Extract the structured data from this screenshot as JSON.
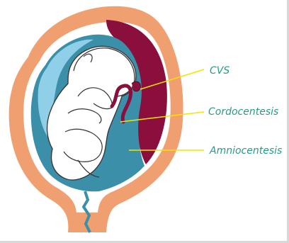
{
  "labels": {
    "cvs": "CVS",
    "cordocentesis": "Cordocentesis",
    "amniocentesis": "Amniocentesis"
  },
  "colors": {
    "uterine_wall": "#f0a070",
    "placenta": "#8a0f3c",
    "amniotic_fluid": "#3b8fa8",
    "amniotic_fluid_light": "#8fd0e8",
    "fetus_fill": "#ffffff",
    "fetus_outline": "#333333",
    "pointer_line": "#f2e400",
    "label_text": "#2a9a86"
  }
}
